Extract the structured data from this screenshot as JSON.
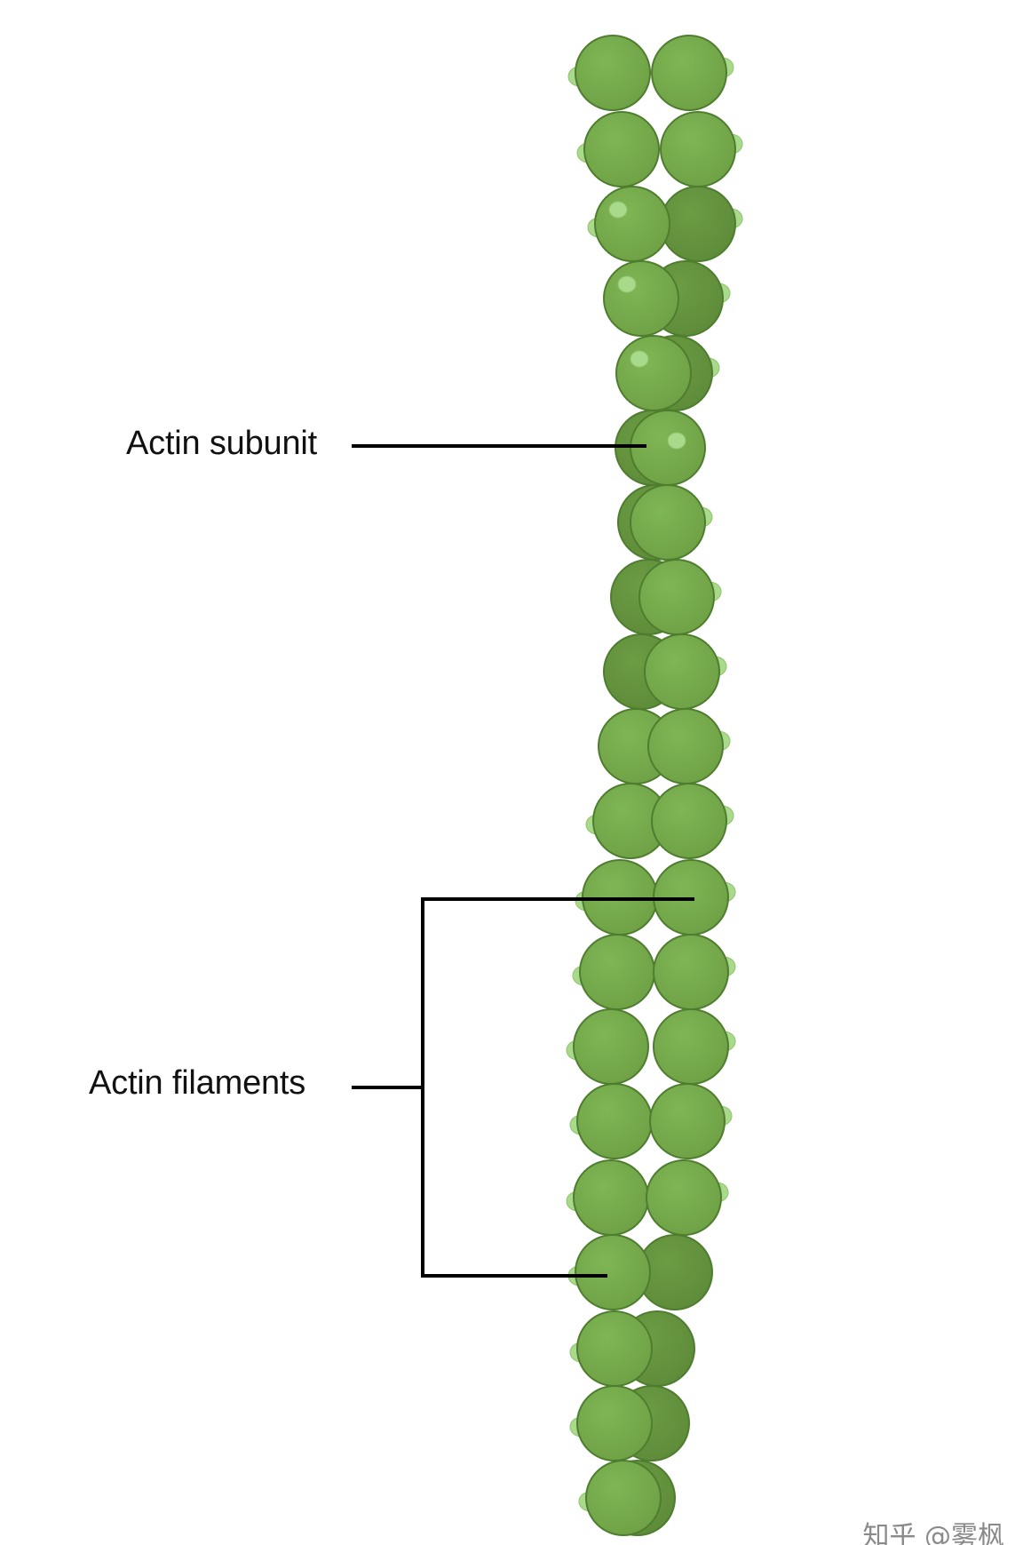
{
  "labels": {
    "actin_subunit": "Actin subunit",
    "actin_filaments": "Actin filaments"
  },
  "watermark": "知乎 @雾枫",
  "colors": {
    "subunit_fill": "#77ad4e",
    "subunit_fill_back": "#65943f",
    "subunit_stroke": "#4f7d2f",
    "highlight": "#a9d98a",
    "leader_line": "#000000"
  }
}
